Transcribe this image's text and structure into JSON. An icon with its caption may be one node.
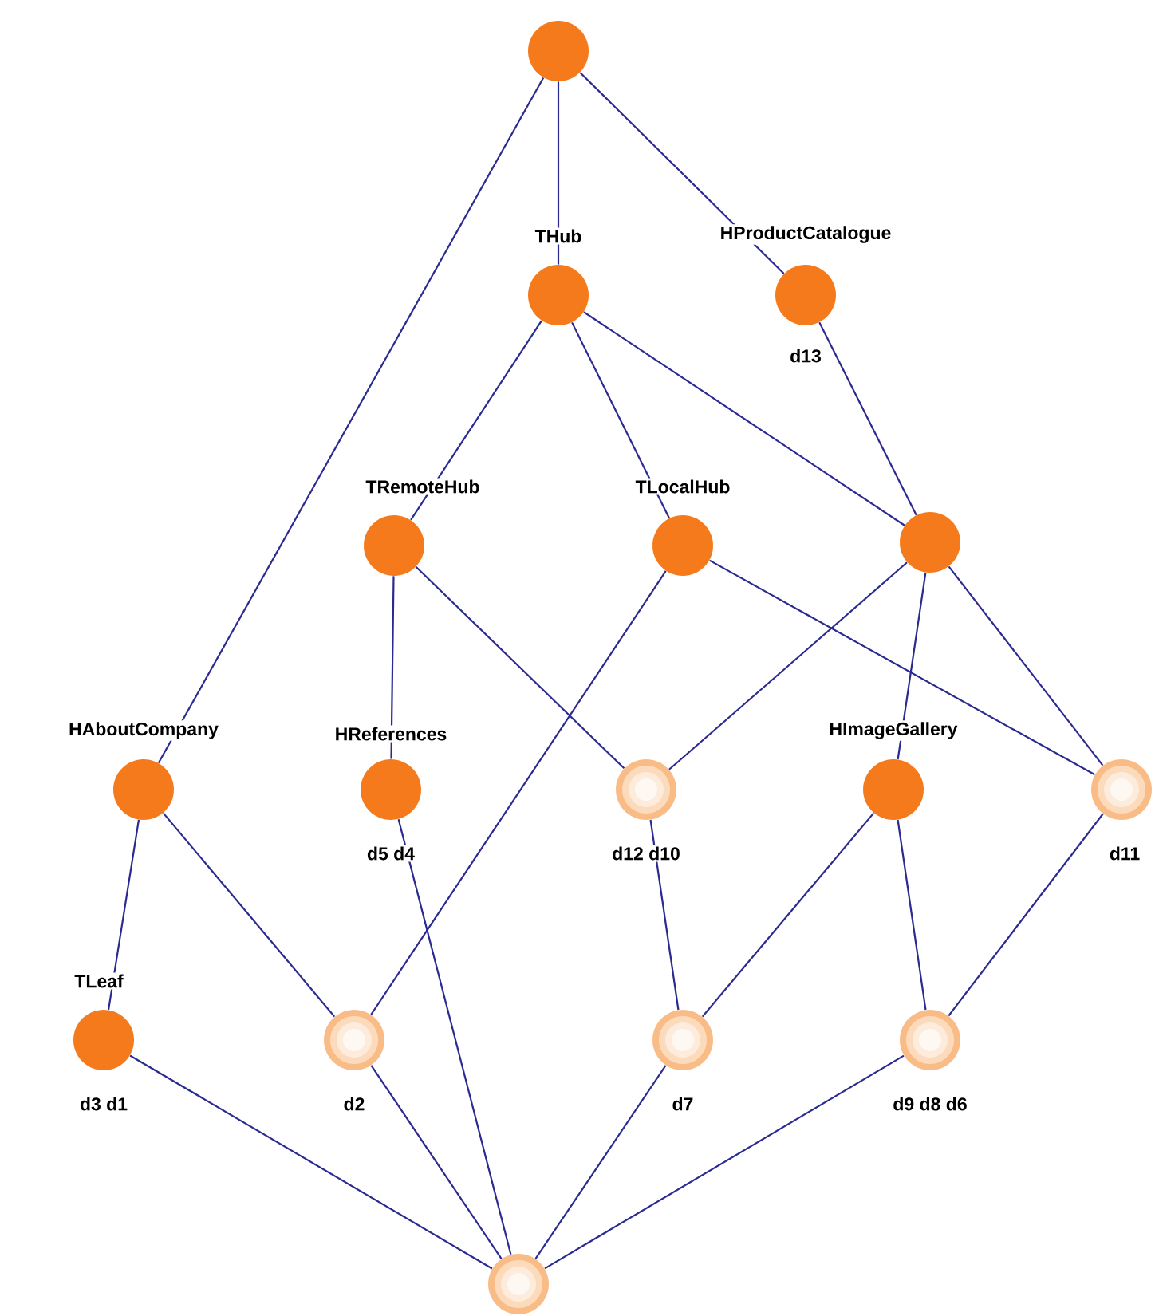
{
  "diagram": {
    "nodes": [
      {
        "text": [],
        "shape": "circle"
      },
      {
        "text": [
          "THub"
        ]
      },
      {
        "text": [
          "HProductCatalogue",
          "d13"
        ]
      },
      {
        "text": [
          "TRemoteHub"
        ]
      },
      {
        "text": [
          "TLocalHub"
        ]
      },
      {
        "text": [],
        "shape": "circle"
      },
      {
        "text": [
          "HAboutCompany"
        ]
      },
      {
        "text": [
          "HReferences",
          "d5 d4"
        ]
      },
      {
        "text": [
          "d12 d10"
        ]
      },
      {
        "text": [
          "HImageGallery"
        ]
      },
      {
        "text": [
          "d11"
        ]
      },
      {
        "text": [
          "TLeaf",
          "d3 d1"
        ]
      },
      {
        "text": [
          "d2"
        ]
      },
      {
        "text": [
          "d7"
        ]
      },
      {
        "text": [
          "d9 d8 d6"
        ]
      },
      {
        "text": [],
        "shape": "circle"
      }
    ],
    "edges": [
      {
        "from": 0,
        "to": 1,
        "arrow": "none"
      },
      {
        "from": 0,
        "to": 2,
        "arrow": "none"
      },
      {
        "from": 0,
        "to": 6,
        "arrow": "none"
      },
      {
        "from": 1,
        "to": 3,
        "arrow": "none"
      },
      {
        "from": 1,
        "to": 4,
        "arrow": "none"
      },
      {
        "from": 1,
        "to": 5,
        "arrow": "none"
      },
      {
        "from": 2,
        "to": 5,
        "arrow": "none"
      },
      {
        "from": 3,
        "to": 7,
        "arrow": "none"
      },
      {
        "from": 3,
        "to": 8,
        "arrow": "none"
      },
      {
        "from": 4,
        "to": 12,
        "arrow": "none"
      },
      {
        "from": 4,
        "to": 10,
        "arrow": "none"
      },
      {
        "from": 5,
        "to": 8,
        "arrow": "none"
      },
      {
        "from": 5,
        "to": 9,
        "arrow": "none"
      },
      {
        "from": 5,
        "to": 10,
        "arrow": "none"
      },
      {
        "from": 6,
        "to": 11,
        "arrow": "none"
      },
      {
        "from": 6,
        "to": 12,
        "arrow": "none"
      },
      {
        "from": 7,
        "to": 15,
        "arrow": "none"
      },
      {
        "from": 8,
        "to": 13,
        "arrow": "none"
      },
      {
        "from": 9,
        "to": 13,
        "arrow": "none"
      },
      {
        "from": 9,
        "to": 14,
        "arrow": "none"
      },
      {
        "from": 10,
        "to": 14,
        "arrow": "none"
      },
      {
        "from": 11,
        "to": 15,
        "arrow": "none"
      },
      {
        "from": 12,
        "to": 15,
        "arrow": "none"
      },
      {
        "from": 13,
        "to": 15,
        "arrow": "none"
      },
      {
        "from": 14,
        "to": 15,
        "arrow": "none"
      }
    ]
  }
}
